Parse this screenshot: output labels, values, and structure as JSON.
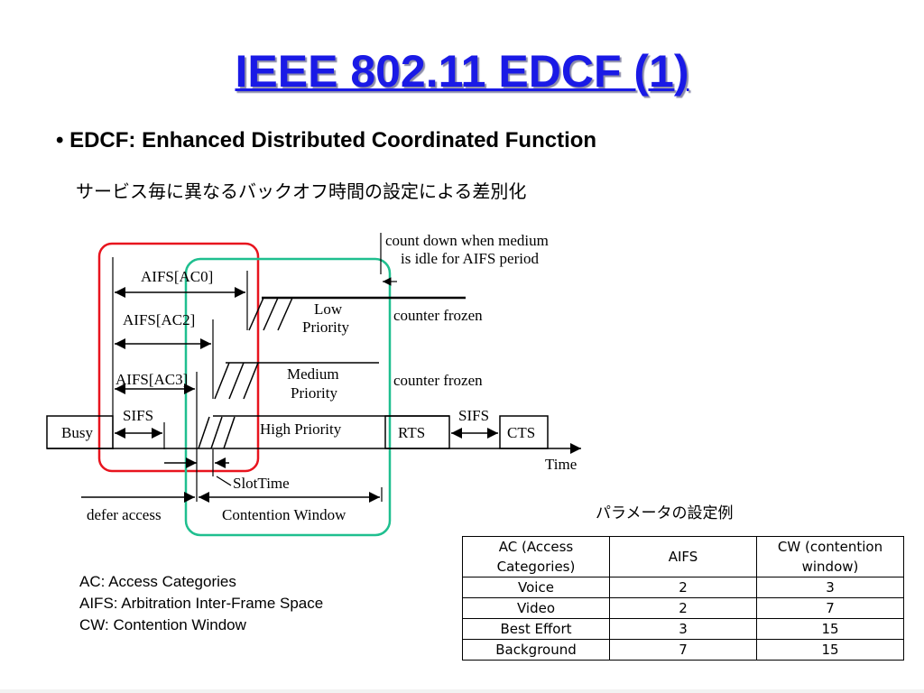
{
  "slide": {
    "title": "IEEE 802.11 EDCF (1)",
    "bullet_mark": "•",
    "bullet": "EDCF: Enhanced Distributed Coordinated Function",
    "subtitle": "サービス毎に異なるバックオフ時間の設定による差別化"
  },
  "diagram": {
    "count_down_line1": "count down when medium",
    "count_down_line2": "is idle for AIFS period",
    "aifs_ac0": "AIFS[AC0]",
    "aifs_ac2": "AIFS[AC2]",
    "aifs_ac3": "AIFS[AC3]",
    "sifs_left": "SIFS",
    "sifs_right": "SIFS",
    "low_line1": "Low",
    "low_line2": "Priority",
    "medium_line1": "Medium",
    "medium_line2": "Priority",
    "high": "High Priority",
    "counter_frozen_1": "counter frozen",
    "counter_frozen_2": "counter frozen",
    "busy": "Busy",
    "rts": "RTS",
    "cts": "CTS",
    "time": "Time",
    "slot_time": "SlotTime",
    "defer_access": "defer access",
    "contention_window": "Contention Window",
    "colors": {
      "red_box": "#e8141e",
      "green_box": "#1fbf8f"
    }
  },
  "params": {
    "title": "パラメータの設定例",
    "headers": [
      "AC (Access Categories)",
      "AIFS",
      "CW (contention window)"
    ],
    "rows": [
      [
        "Voice",
        "2",
        "3"
      ],
      [
        "Video",
        "2",
        "7"
      ],
      [
        "Best Effort",
        "3",
        "15"
      ],
      [
        "Background",
        "7",
        "15"
      ]
    ]
  },
  "legend": {
    "ac": "AC: Access Categories",
    "aifs": "AIFS: Arbitration Inter-Frame Space",
    "cw": "CW: Contention Window"
  }
}
